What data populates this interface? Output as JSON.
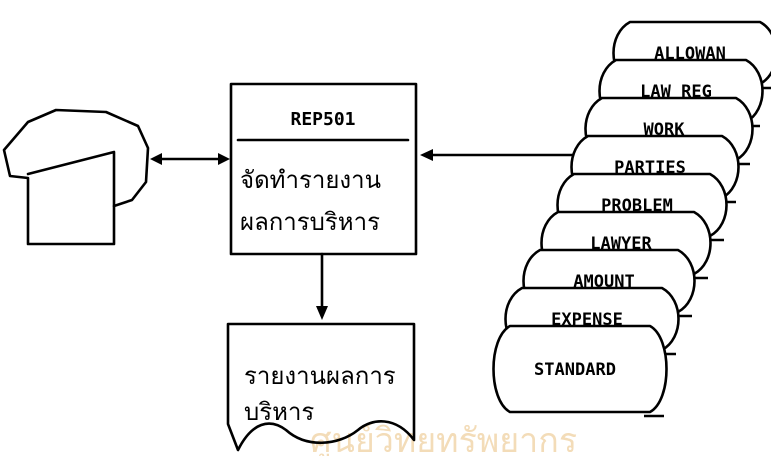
{
  "process": {
    "id": "REP501",
    "desc_line1": "จัดทำรายงาน",
    "desc_line2": "ผลการบริหาร"
  },
  "report": {
    "line1": "รายงานผลการ",
    "line2": "บริหาร"
  },
  "files": [
    "ALLOWAN",
    "LAW_REG",
    "WORK",
    "PARTIES",
    "PROBLEM",
    "LAWYER",
    "AMOUNT",
    "EXPENSE",
    "STANDARD"
  ],
  "watermark": "ศูนย์วิทยทรัพยากร",
  "icon": "terminal-icon"
}
